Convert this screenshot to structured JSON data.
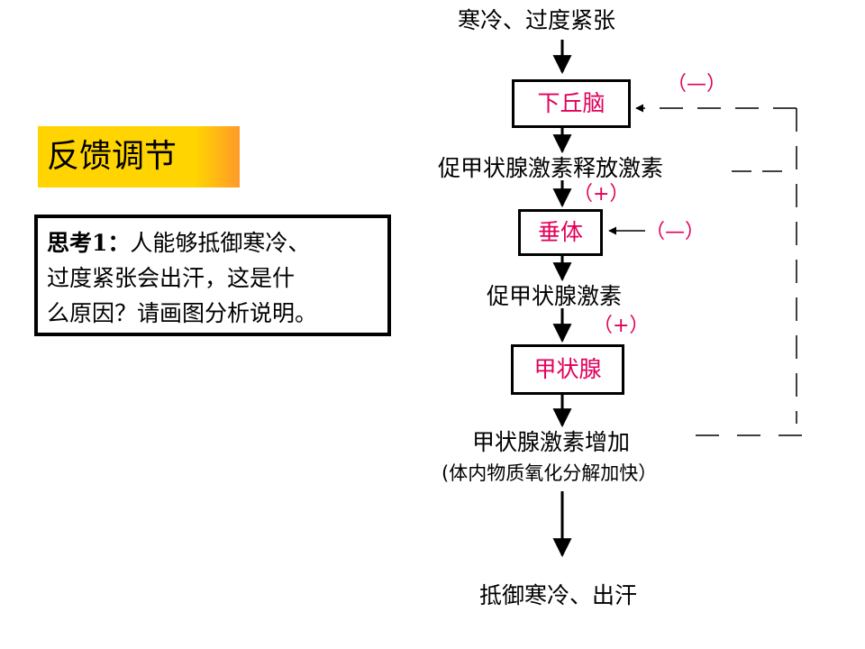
{
  "title": "反馈调节",
  "question": {
    "prefix": "思考1：",
    "line1": "人能够抵御寒冷、",
    "line2": "过度紧张会出汗，这是什",
    "line3": "么原因？请画图分析说明。"
  },
  "flow": {
    "start": "寒冷、过度紧张",
    "hypothalamus": "下丘脑",
    "trh": "促甲状腺激素释放激素",
    "pituitary": "垂体",
    "tsh": "促甲状腺激素",
    "thyroid": "甲状腺",
    "thyroxine": "甲状腺激素增加",
    "effect": "(体内物质氧化分解加快）",
    "end": "抵御寒冷、出汗"
  },
  "signs": {
    "plus_1": "（+）",
    "plus_2": "（+）",
    "minus_hypothalamus": "（—）",
    "minus_pituitary": "（—）"
  },
  "colors": {
    "accent_text": "#e0005a",
    "title_bg": "#ffd400"
  }
}
